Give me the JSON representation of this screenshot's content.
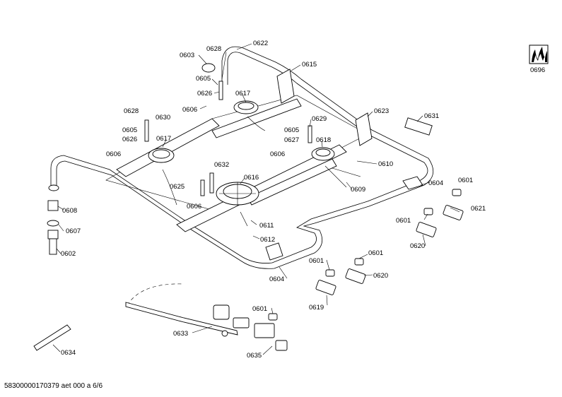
{
  "footer": {
    "doc_id": "58300000170379 aet 000 a 6/6"
  },
  "icon": {
    "label": "0696",
    "name": "gas-flame-icon"
  },
  "labels": [
    {
      "id": "l0603",
      "text": "0603"
    },
    {
      "id": "l0628a",
      "text": "0628"
    },
    {
      "id": "l0622",
      "text": "0622"
    },
    {
      "id": "l0605a",
      "text": "0605"
    },
    {
      "id": "l0617a",
      "text": "0617"
    },
    {
      "id": "l0615",
      "text": "0615"
    },
    {
      "id": "l0626a",
      "text": "0626"
    },
    {
      "id": "l0606a",
      "text": "0606"
    },
    {
      "id": "l0628b",
      "text": "0628"
    },
    {
      "id": "l0630",
      "text": "0630"
    },
    {
      "id": "l0629",
      "text": "0629"
    },
    {
      "id": "l0623",
      "text": "0623"
    },
    {
      "id": "l0631",
      "text": "0631"
    },
    {
      "id": "l0605b",
      "text": "0605"
    },
    {
      "id": "l0605c",
      "text": "0605"
    },
    {
      "id": "l0617b",
      "text": "0617"
    },
    {
      "id": "l0618",
      "text": "0618"
    },
    {
      "id": "l0626b",
      "text": "0626"
    },
    {
      "id": "l0627",
      "text": "0627"
    },
    {
      "id": "l0606b",
      "text": "0606"
    },
    {
      "id": "l0606c",
      "text": "0606"
    },
    {
      "id": "l0610",
      "text": "0610"
    },
    {
      "id": "l0632",
      "text": "0632"
    },
    {
      "id": "l0616",
      "text": "0616"
    },
    {
      "id": "l0604a",
      "text": "0604"
    },
    {
      "id": "l0601a",
      "text": "0601"
    },
    {
      "id": "l0609",
      "text": "0609"
    },
    {
      "id": "l0625",
      "text": "0625"
    },
    {
      "id": "l0608",
      "text": "0608"
    },
    {
      "id": "l0606d",
      "text": "0606"
    },
    {
      "id": "l0621",
      "text": "0621"
    },
    {
      "id": "l0601b",
      "text": "0601"
    },
    {
      "id": "l0611",
      "text": "0611"
    },
    {
      "id": "l0607",
      "text": "0607"
    },
    {
      "id": "l0612",
      "text": "0612"
    },
    {
      "id": "l0620a",
      "text": "0620"
    },
    {
      "id": "l0602",
      "text": "0602"
    },
    {
      "id": "l0601c",
      "text": "0601"
    },
    {
      "id": "l0601d",
      "text": "0601"
    },
    {
      "id": "l0620b",
      "text": "0620"
    },
    {
      "id": "l0604b",
      "text": "0604"
    },
    {
      "id": "l0619",
      "text": "0619"
    },
    {
      "id": "l0601e",
      "text": "0601"
    },
    {
      "id": "l0633",
      "text": "0633"
    },
    {
      "id": "l0634",
      "text": "0634"
    },
    {
      "id": "l0635",
      "text": "0635"
    }
  ]
}
